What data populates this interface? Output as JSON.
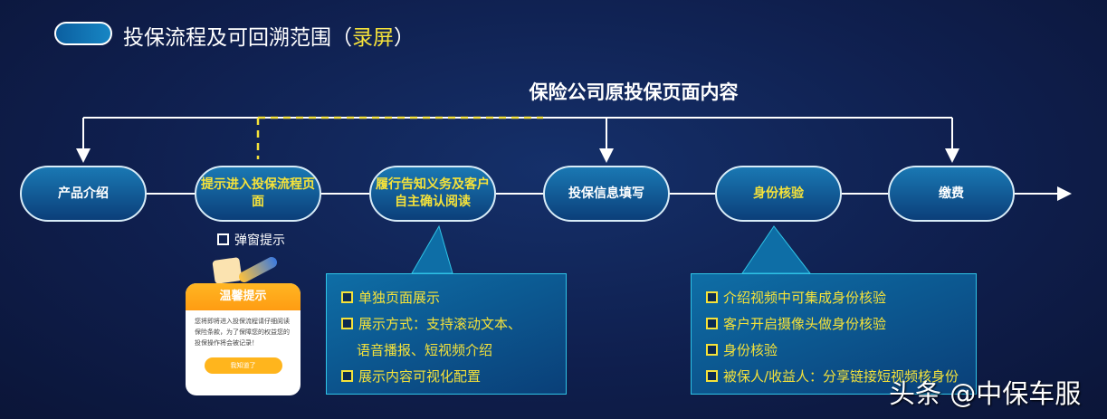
{
  "header": {
    "title": "投保流程及可回溯范围（",
    "highlight": "录屏",
    "close": "）"
  },
  "top_title": "保险公司原投保页面内容",
  "nodes": [
    {
      "label": "产品介绍"
    },
    {
      "label": "提示进入投保流程页面"
    },
    {
      "label": "履行告知义务及客户自主确认阅读"
    },
    {
      "label": "投保信息填写"
    },
    {
      "label": "身份核验"
    },
    {
      "label": "缴费"
    }
  ],
  "popup_label": "弹窗提示",
  "popup": {
    "title": "温馨提示",
    "body": "您将即将进入投保流程请仔细阅读保险条款，为了保障您的权益您的投保操作将会被记录！",
    "button": "我知道了"
  },
  "left_box": [
    "单独页面展示",
    "展示方式：支持滚动文本、",
    "语音播报、短视频介绍",
    "展示内容可视化配置"
  ],
  "right_box": [
    "介绍视频中可集成身份核验",
    "客户开启摄像头做身份核验",
    "身份核验",
    "被保人/收益人：分享链接短视频核身份"
  ],
  "watermark": "头条 @中保车服",
  "colors": {
    "highlight": "#f5e23a",
    "node": "#1a78b3",
    "callout_border": "#2fc3e6"
  }
}
